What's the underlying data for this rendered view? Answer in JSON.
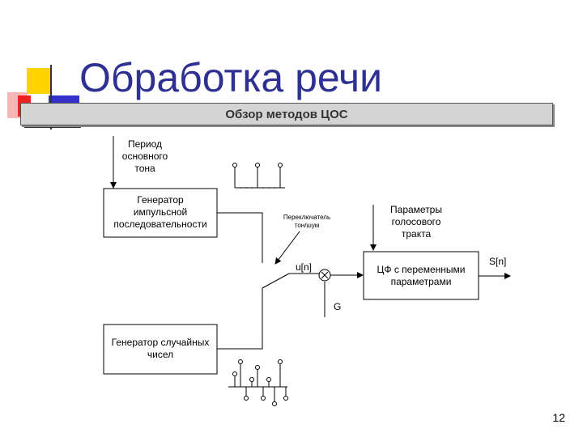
{
  "slide": {
    "title": "Обработка речи",
    "subtitle": "Обзор методов ЦОС",
    "page_number": "12"
  },
  "diagram": {
    "pitch_label": [
      "Период",
      "основного",
      "тона"
    ],
    "impulse_generator": [
      "Генератор",
      "импульсной",
      "последовательности"
    ],
    "switch_label": [
      "Переключатель",
      "тон/шум"
    ],
    "vocal_params": [
      "Параметры",
      "голосового",
      "тракта"
    ],
    "filter_block": [
      "ЦФ с переменными",
      "параметрами"
    ],
    "random_generator": [
      "Генератор случайных",
      "чисел"
    ],
    "signal_un": "u[n]",
    "signal_sn": "S[n]",
    "gain": "G",
    "multiplier_symbol": "×"
  },
  "colors": {
    "title": "#2e3192",
    "deco_yellow": "#ffd200",
    "deco_blue": "#3333cc",
    "deco_red": "#ee2222",
    "deco_pink": "#f7b6b6",
    "subtitle_bg": "#d4d4d4"
  }
}
